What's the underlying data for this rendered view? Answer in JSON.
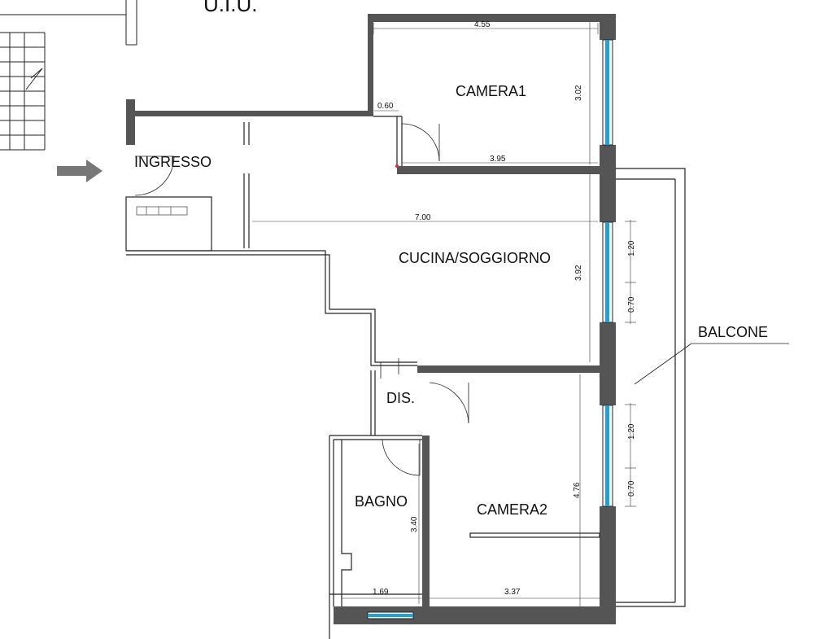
{
  "header": {
    "title": "U.I.U."
  },
  "rooms": {
    "camera1": "CAMERA1",
    "ingresso": "INGRESSO",
    "cucina": "CUCINA/SOGGIORNO",
    "dis": "DIS.",
    "bagno": "BAGNO",
    "camera2": "CAMERA2",
    "balcone": "BALCONE"
  },
  "dimensions": {
    "camera1_width": "4.55",
    "camera1_height": "3.02",
    "door_width": "0.60",
    "camera1_inner_width": "3.95",
    "living_width": "7.00",
    "living_height": "3.92",
    "window1_width": "1.20",
    "pier1_width": "0.70",
    "window2_width": "1.20",
    "pier2_width": "0.70",
    "camera2_height": "4.76",
    "bagno_height": "3.40",
    "bagno_width": "1.69",
    "camera2_width": "3.37"
  },
  "colors": {
    "wall": "#555555",
    "line": "#222222",
    "window": "#1fa3d6",
    "dimension_red": "#d03030"
  }
}
